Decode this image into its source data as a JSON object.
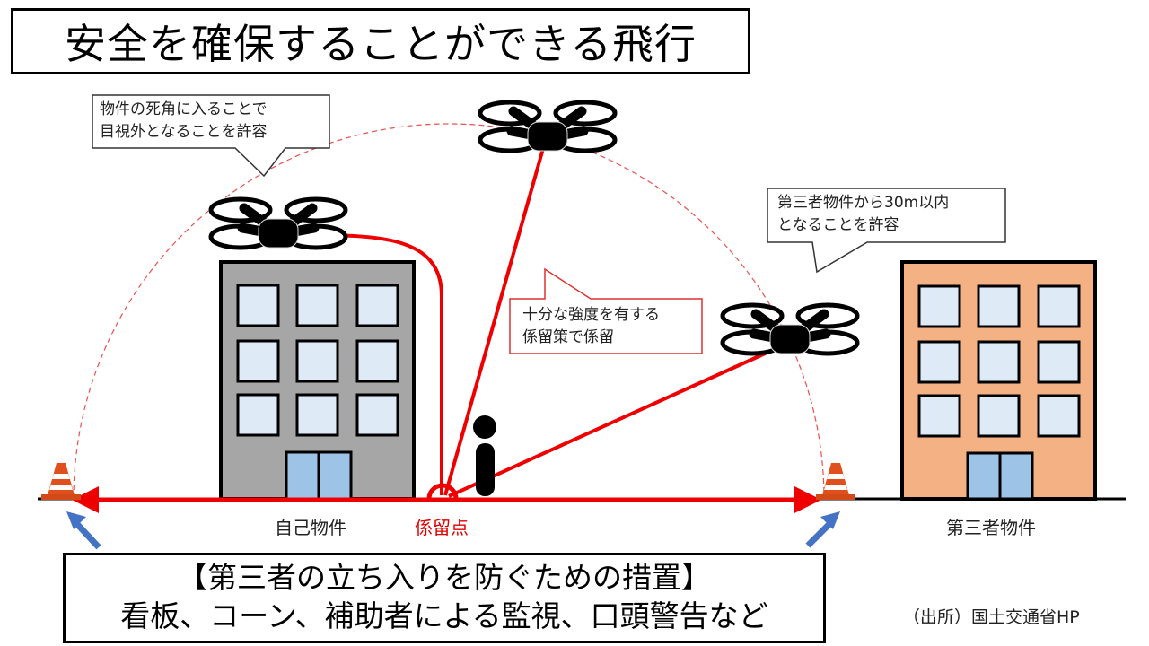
{
  "title": "安全を確保することができる飛行",
  "callouts": {
    "blind_spot": {
      "line1": "物件の死角に入ることで",
      "line2": "目視外となることを許容"
    },
    "third_party_30m": {
      "line1": "第三者物件から30m以内",
      "line2": "となることを許容"
    },
    "tether": {
      "line1": "十分な強度を有する",
      "line2": "係留策で係留"
    }
  },
  "labels": {
    "own_property": "自己物件",
    "tether_point": "係留点",
    "third_party_property": "第三者物件"
  },
  "measures": {
    "line1": "【第三者の立ち入りを防ぐための措置】",
    "line2": "看板、コーン、補助者による監視、口頭警告など"
  },
  "source": "（出所）国土交通省HP",
  "colors": {
    "tether_red": "#ee0000",
    "own_building": "#a6a6a6",
    "third_party_building": "#f4b183",
    "window": "#deebf7",
    "door": "#9dc3e6",
    "cone": "#e0501c",
    "arrow_blue": "#4472c4",
    "tether_callout_border": "#e03030"
  },
  "icons": [
    "drone-icon",
    "traffic-cone-icon",
    "person-icon",
    "building-icon",
    "arrow-icon"
  ]
}
